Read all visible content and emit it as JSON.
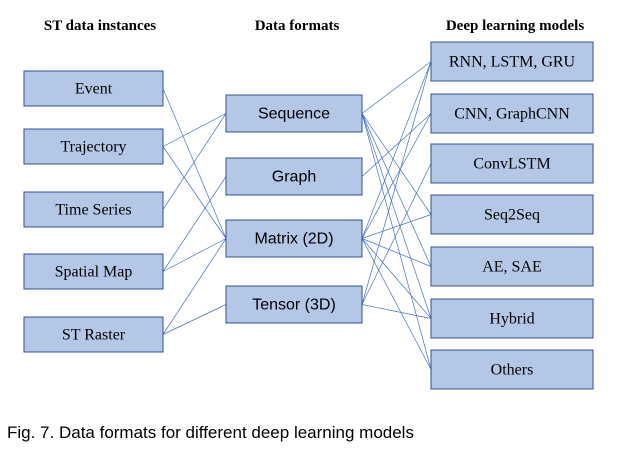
{
  "headers": {
    "instances": "ST data instances",
    "formats": "Data formats",
    "models": "Deep learning models"
  },
  "instances": [
    "Event",
    "Trajectory",
    "Time Series",
    "Spatial Map",
    "ST Raster"
  ],
  "formats": [
    "Sequence",
    "Graph",
    "Matrix (2D)",
    "Tensor (3D)"
  ],
  "models": [
    "RNN, LSTM, GRU",
    "CNN, GraphCNN",
    "ConvLSTM",
    "Seq2Seq",
    "AE, SAE",
    "Hybrid",
    "Others"
  ],
  "links_instance_to_format": [
    [
      "Event",
      "Matrix (2D)"
    ],
    [
      "Trajectory",
      "Sequence"
    ],
    [
      "Trajectory",
      "Matrix (2D)"
    ],
    [
      "Time Series",
      "Sequence"
    ],
    [
      "Spatial Map",
      "Graph"
    ],
    [
      "Spatial Map",
      "Matrix (2D)"
    ],
    [
      "ST Raster",
      "Matrix (2D)"
    ],
    [
      "ST Raster",
      "Tensor (3D)"
    ]
  ],
  "links_format_to_model": [
    [
      "Sequence",
      "RNN, LSTM, GRU"
    ],
    [
      "Sequence",
      "Seq2Seq"
    ],
    [
      "Sequence",
      "AE, SAE"
    ],
    [
      "Sequence",
      "Hybrid"
    ],
    [
      "Sequence",
      "Others"
    ],
    [
      "Graph",
      "CNN, GraphCNN"
    ],
    [
      "Matrix (2D)",
      "RNN, LSTM, GRU"
    ],
    [
      "Matrix (2D)",
      "CNN, GraphCNN"
    ],
    [
      "Matrix (2D)",
      "Seq2Seq"
    ],
    [
      "Matrix (2D)",
      "AE, SAE"
    ],
    [
      "Matrix (2D)",
      "Hybrid"
    ],
    [
      "Matrix (2D)",
      "Others"
    ],
    [
      "Tensor (3D)",
      "RNN, LSTM, GRU"
    ],
    [
      "Tensor (3D)",
      "ConvLSTM"
    ],
    [
      "Tensor (3D)",
      "Hybrid"
    ]
  ],
  "caption": "Fig. 7. Data formats for different deep learning models",
  "colors": {
    "box_fill": "#b4c7e7",
    "box_border": "#2f528f",
    "edge": "#4472c4"
  }
}
